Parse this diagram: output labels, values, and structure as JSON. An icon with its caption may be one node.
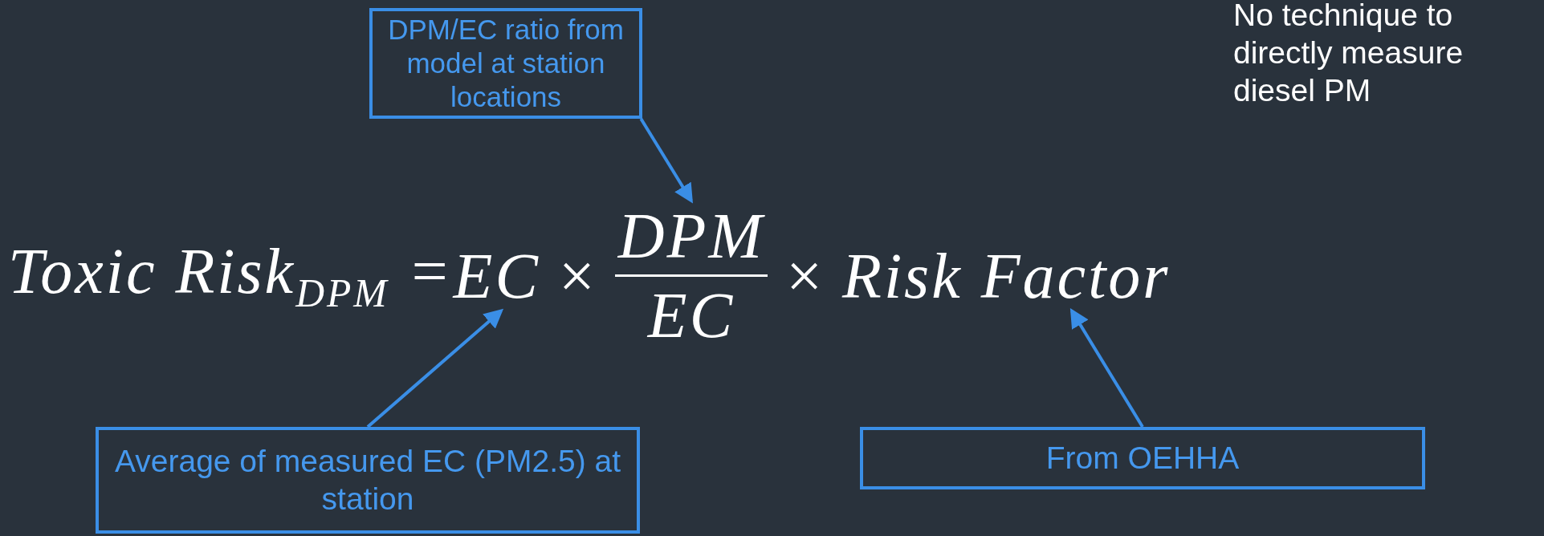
{
  "diagram": {
    "nodes": [
      {
        "text": [
          "DPM/EC ratio from model at station locations"
        ]
      },
      {
        "text": [
          "EC"
        ]
      },
      {
        "text": [
          "DPM",
          "EC"
        ]
      },
      {
        "text": [
          "Risk Factor"
        ]
      },
      {
        "text": [
          "Average of measured EC (PM2.5) at station"
        ]
      },
      {
        "text": [
          "From OEHHA"
        ]
      }
    ],
    "edges": [
      {
        "from": 0,
        "to": 2,
        "arrow": "to"
      },
      {
        "from": 4,
        "to": 1,
        "arrow": "to"
      },
      {
        "from": 5,
        "to": 3,
        "arrow": "to"
      }
    ],
    "labels": [
      "No technique to directly measure diesel PM",
      "Toxic Risk$_{DPM}$ =",
      "×",
      "×"
    ]
  }
}
